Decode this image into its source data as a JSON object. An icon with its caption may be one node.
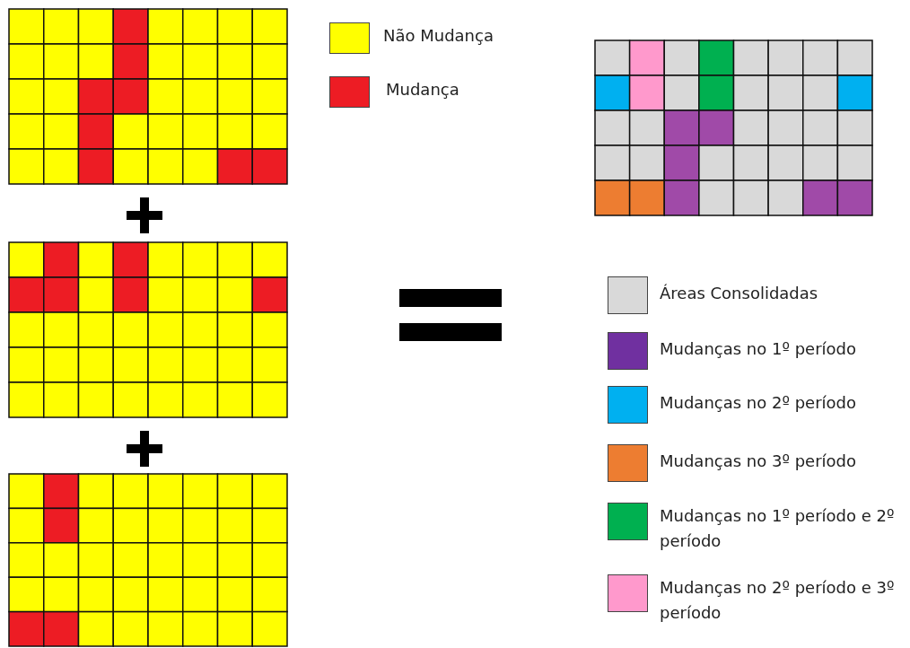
{
  "diagram": {
    "legend": [
      {
        "text": "Não Mudança",
        "color": "#ffff00"
      },
      {
        "text": "Mudança",
        "color": "#ed1c24"
      },
      {
        "text": "Áreas Consolidadas",
        "color": "#d9d9d9"
      },
      {
        "text": "Mudanças no 1º período",
        "color": "#7030a0"
      },
      {
        "text": "Mudanças no 2º período",
        "color": "#00b0f0"
      },
      {
        "text": "Mudanças no 3º período",
        "color": "#ed7d31"
      },
      {
        "text": "Mudanças no 1º período e 2º período",
        "color": "#00b050"
      },
      {
        "text": "Mudanças no 2º período e 3º período",
        "color": "#ff99cc"
      }
    ]
  }
}
